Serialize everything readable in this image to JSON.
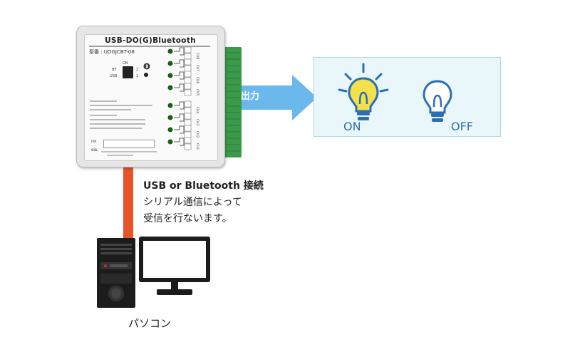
{
  "device": {
    "title": "USB-DO(G)Bluetooth",
    "model": "型番 : UOGJCBT-08",
    "switch_on": "ON",
    "switch_bt": "BT",
    "switch_usb": "USB",
    "switch_2": "2",
    "switch_1": "1",
    "pin_label": "PIN",
    "maker": "CIS.",
    "channels": [
      "CH8",
      "CH7",
      "CH6",
      "CH5",
      "CH4",
      "CH3",
      "CH2",
      "CH1"
    ]
  },
  "output_arrow_label": "出力",
  "callout": {
    "title": "USB or Bluetooth 接続",
    "line1": "シリアル通信によって",
    "line2": "受信を行ないます。"
  },
  "bulbs": {
    "on_label": "ON",
    "off_label": "OFF"
  },
  "pc_label": "パソコン",
  "colors": {
    "output_arrow": "#6bb8ec",
    "input_arrow": "#e8542a",
    "box_bg": "#e9f7fa",
    "box_border": "#a6dbe8",
    "bulb_blue": "#2a6fb5",
    "bulb_yellow": "#f4e04d",
    "connector_green": "#3a9a4a"
  }
}
